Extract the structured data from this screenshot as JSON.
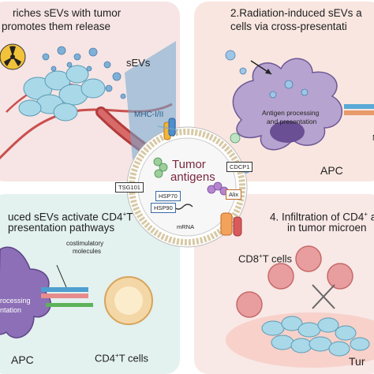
{
  "panel1": {
    "title_line1": "riches sEVs with tumor",
    "title_line2": "promotes them release",
    "sevs_label": "sEVs",
    "mhc_label": "MHC-I/II"
  },
  "panel2": {
    "title_line1": "2.Radiation-induced sEVs a",
    "title_line2": "cells via cross-presentati",
    "processing_label_1": "Antigen processing",
    "processing_label_2": "and presentation",
    "apc_label": "APC",
    "side_label": "M"
  },
  "panel3": {
    "title_line1": "uced sEVs activate CD4",
    "title_sup": "+",
    "title_tail": "T",
    "title_line2": "presentation pathways",
    "costim_1": "costimulatory",
    "costim_2": "molecules",
    "processing_1": "rocessing",
    "processing_2": "ntation",
    "apc_label": "APC",
    "cd4_label_pre": "CD4",
    "cd4_sup": "+",
    "cd4_label_post": "T cells"
  },
  "panel4": {
    "title_line1": "4. Infiltration of CD4",
    "title_sup": "+",
    "title_tail": " a",
    "title_line2": "in tumor microen",
    "cd8_pre": "CD8",
    "cd8_sup": "+",
    "cd8_post": "T cells",
    "tumor_label": "Tur"
  },
  "center": {
    "tumor_1": "Tumor",
    "tumor_2": "antigens",
    "tsg101": "TSG101",
    "hsp70": "HSP70",
    "hsp90": "HSP90",
    "mrna": "mRNA",
    "alix": "Alix",
    "cdcp1": "CDCP1"
  }
}
